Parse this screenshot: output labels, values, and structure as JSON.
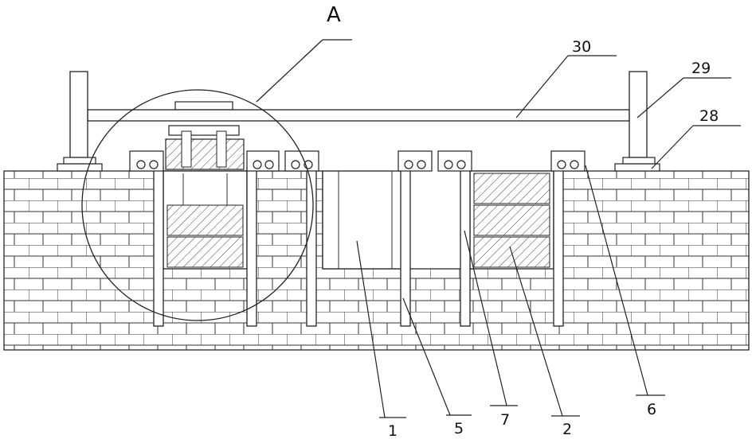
{
  "figure": {
    "detail_label": "A",
    "callouts": [
      {
        "id": "30",
        "text": "30"
      },
      {
        "id": "29",
        "text": "29"
      },
      {
        "id": "28",
        "text": "28"
      },
      {
        "id": "1",
        "text": "1"
      },
      {
        "id": "5",
        "text": "5"
      },
      {
        "id": "7",
        "text": "7"
      },
      {
        "id": "2",
        "text": "2"
      },
      {
        "id": "6",
        "text": "6"
      }
    ]
  }
}
